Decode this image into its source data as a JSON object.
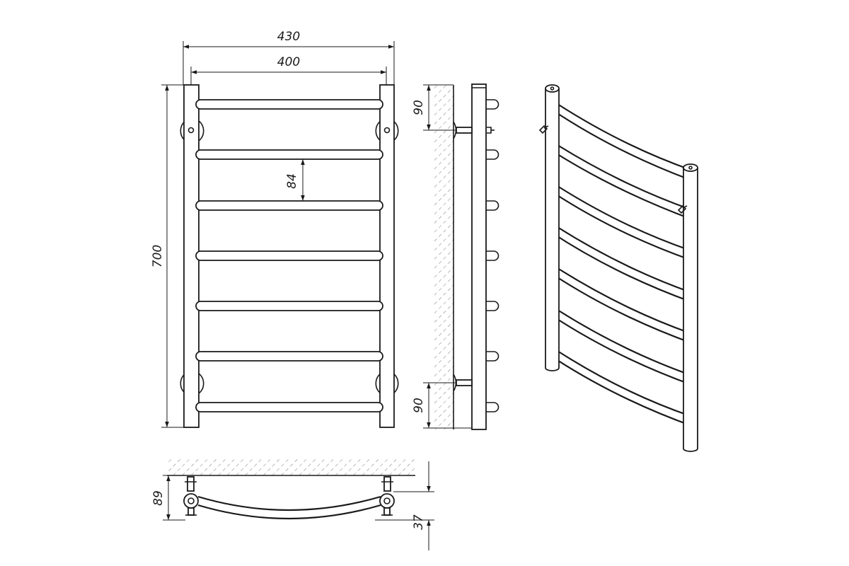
{
  "drawing": {
    "dims": {
      "overall_width": "430",
      "bar_width": "400",
      "height": "700",
      "rung_pitch": "84",
      "top_offset": "90",
      "bottom_offset": "90",
      "wall_depth": "89",
      "bar_depth": "37"
    }
  }
}
